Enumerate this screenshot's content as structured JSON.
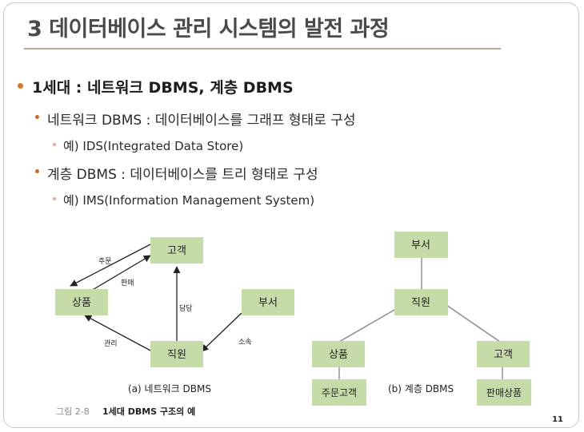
{
  "title": "3 데이터베이스 관리 시스템의 발전 과정",
  "bullets": {
    "main": "1세대 : 네트워크 DBMS, 계층 DBMS",
    "network": "네트워크 DBMS : 데이터베이스를 그래프 형태로 구성",
    "network_example": "예) IDS(Integrated Data Store)",
    "hierarchy": "계층 DBMS : 데이터베이스를 트리 형태로 구성",
    "hierarchy_example": "예) IMS(Information Management System)"
  },
  "network_diagram": {
    "nodes": {
      "customer": "고객",
      "product": "상품",
      "dept": "부서",
      "employee": "직원"
    },
    "edges": {
      "order": "주문",
      "sale": "판매",
      "charge": "담당",
      "belong": "소속",
      "manage": "관리"
    },
    "caption": "(a) 네트워크 DBMS"
  },
  "hierarchy_diagram": {
    "nodes": {
      "dept": "부서",
      "employee": "직원",
      "product": "상품",
      "customer": "고객",
      "order_customer": "주문고객",
      "sale_product": "판매상품"
    },
    "caption": "(b) 계층 DBMS"
  },
  "figure_caption": {
    "number": "그림 2-8",
    "text": "1세대 DBMS 구조의 예"
  },
  "page_number": "11",
  "colors": {
    "node_fill": "#c6dca8",
    "title_rule": "#b9a892",
    "bullet_l1": "#d9792c"
  }
}
